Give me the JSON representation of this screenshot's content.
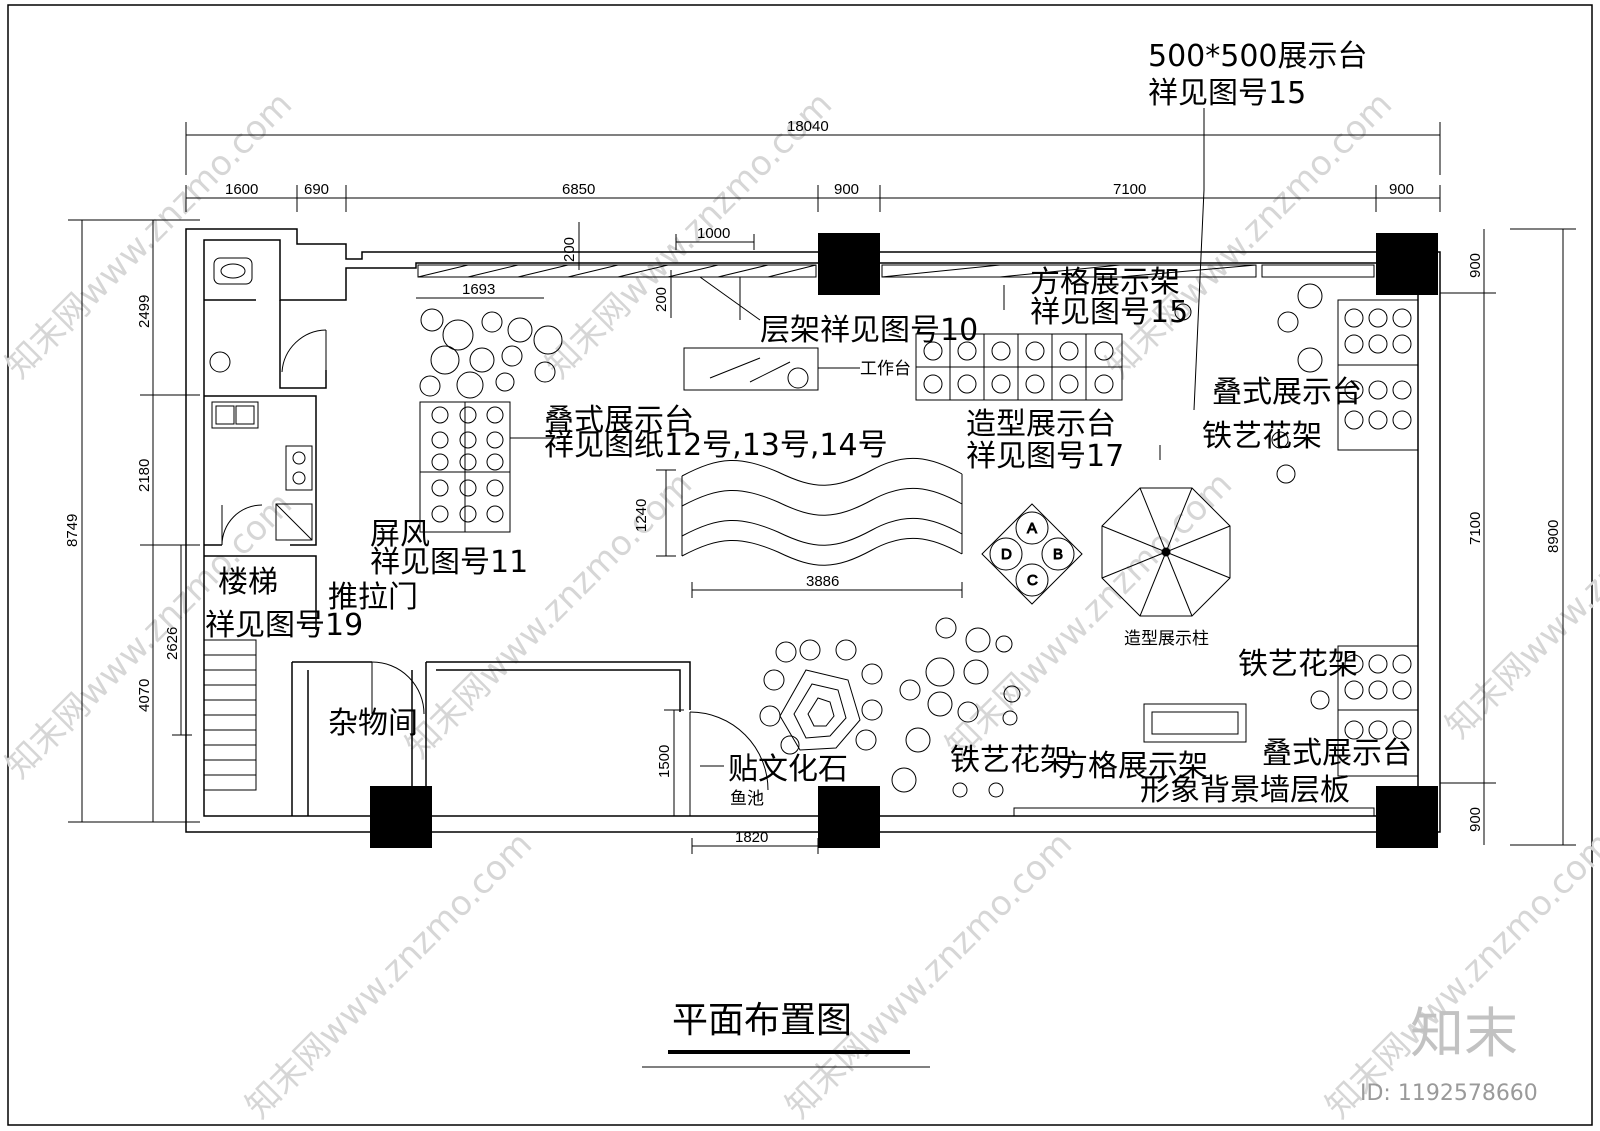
{
  "header_note": [
    "500*500展示台",
    "祥见图号15"
  ],
  "dimensions": {
    "top_total": "18040",
    "top_segments": [
      "1600",
      "690",
      "6850",
      "900",
      "7100",
      "900"
    ],
    "left_outer": "8749",
    "left_segments": [
      "2499",
      "2180",
      "4070"
    ],
    "left_inner": "2626",
    "right_outer": "8900",
    "right_segments": [
      "900",
      "7100",
      "900"
    ],
    "interior": [
      "1000",
      "200",
      "200",
      "1693",
      "1240",
      "3886",
      "1500",
      "1820"
    ]
  },
  "labels": {
    "square_rack": [
      "方格展示架",
      "祥见图号15"
    ],
    "shelf": "层架祥见图号10",
    "workbench": "工作台",
    "stacked_left": [
      "叠式展示台",
      "祥见图纸12号,13号,14号"
    ],
    "shaped_table": [
      "造型展示台",
      "祥见图号17"
    ],
    "stacked_right": [
      "叠式展示台",
      "铁艺花架"
    ],
    "screen": [
      "屏风",
      "祥见图号11"
    ],
    "sliding_door": "推拉门",
    "stairs": [
      "楼梯",
      "祥见图号19"
    ],
    "storage": "杂物间",
    "culture_stone": "贴文化石",
    "fish_pond": "鱼池",
    "iron_rack_mid": "铁艺花架",
    "iron_rack_right": "铁艺花架",
    "square_rack_bottom": "方格展示架",
    "stacked_bottom": "叠式展示台",
    "image_wall": "形象背景墙层板",
    "column": "造型展示柱",
    "circle_letters": [
      "A",
      "B",
      "C",
      "D"
    ]
  },
  "title": "平面布置图",
  "watermark": {
    "text": "知末网www.znzmo.com",
    "brand": "知末",
    "id": "ID: 1192578660"
  }
}
